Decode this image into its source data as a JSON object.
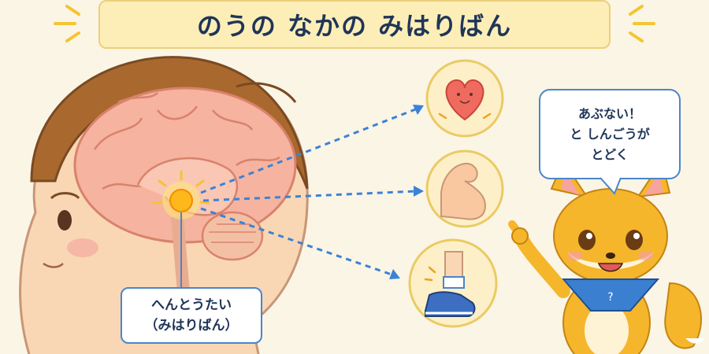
{
  "title": "のうの なかの みはりばん",
  "brain_label": {
    "line1": "へんとうたい",
    "line2": "（みはりばん）"
  },
  "speech_bubble": {
    "line1": "あぶない！",
    "line2": "と しんごうが",
    "line3": "とどく"
  },
  "body_responses": [
    "heart",
    "arm-muscle",
    "running-leg"
  ],
  "colors": {
    "background": "#fbf5e6",
    "title_box": "#fdeeb8",
    "title_text": "#1f3558",
    "accent_blue": "#4a86c8",
    "amygdala_glow": "#ffb81c"
  }
}
